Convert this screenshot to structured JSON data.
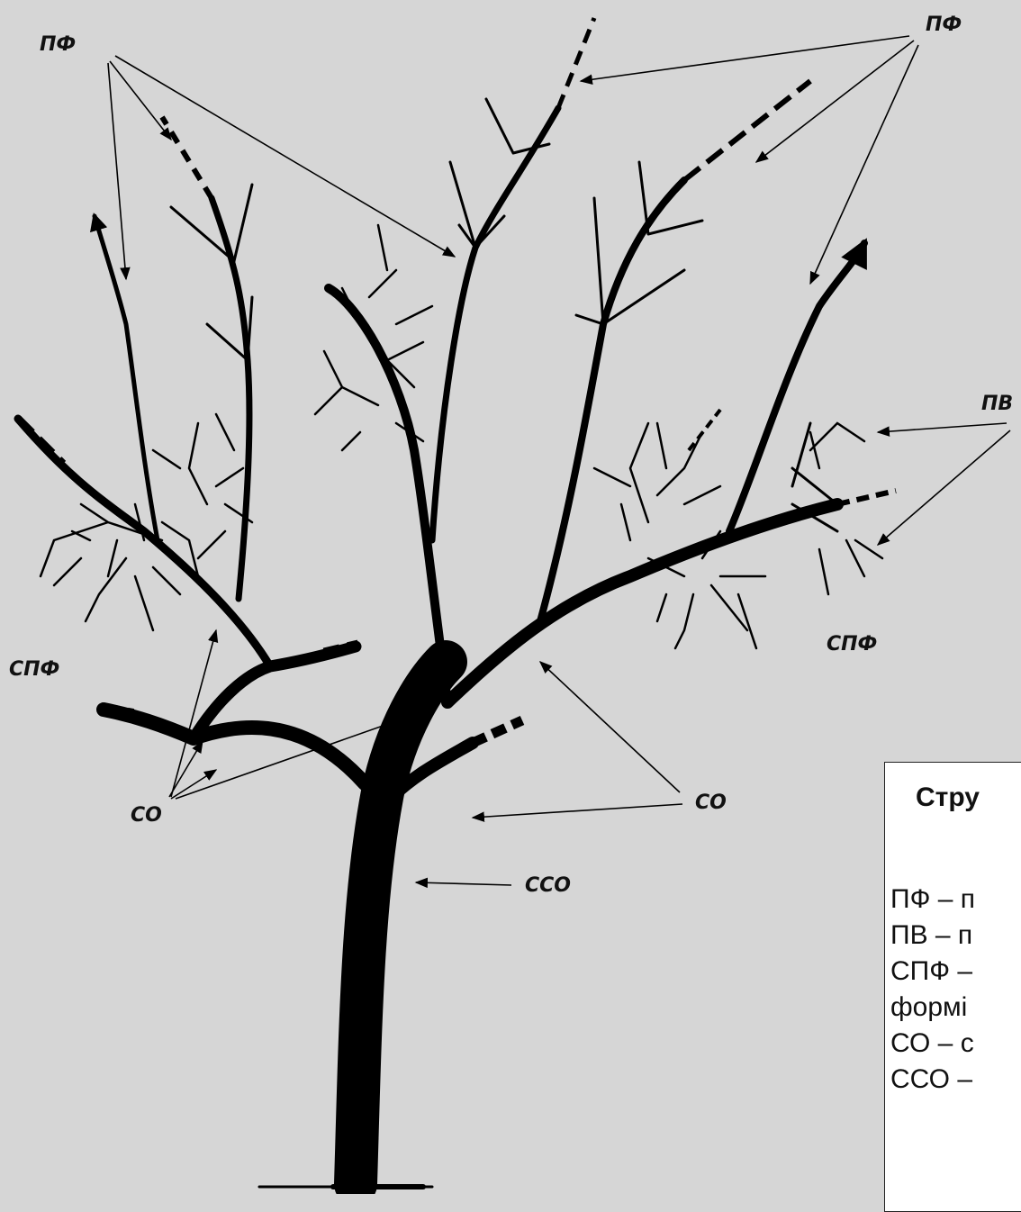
{
  "labels": {
    "pf_left": "ПФ",
    "pf_right": "ПФ",
    "pv": "ПВ",
    "spf_left": "СПФ",
    "spf_right": "СПФ",
    "so_left": "СО",
    "so_right": "СО",
    "sso": "ССО"
  },
  "legend": {
    "title": "Стру",
    "items": [
      "ПФ – п",
      "ПВ – п",
      "СПФ –",
      "формі",
      "СО – с",
      "ССО –"
    ]
  },
  "colors": {
    "background": "#d6d6d6",
    "ink": "#000000",
    "legend_bg": "#ffffff"
  }
}
